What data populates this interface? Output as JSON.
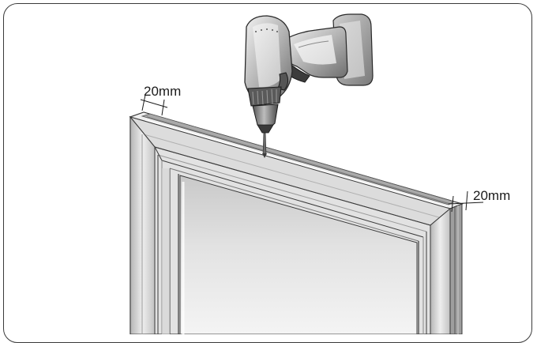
{
  "annotations": {
    "left_dimension": "20mm",
    "right_dimension": "20mm"
  },
  "colors": {
    "outline": "#3a3a3a",
    "frame_light": "#e6e6e6",
    "frame_mid": "#c8c8c8",
    "frame_dark": "#8e8e8e",
    "drill_body": "#8a8a8a",
    "drill_battery": "#d4d4d4"
  },
  "icons": [
    "cordless-drill-icon",
    "window-frame-illustration"
  ]
}
